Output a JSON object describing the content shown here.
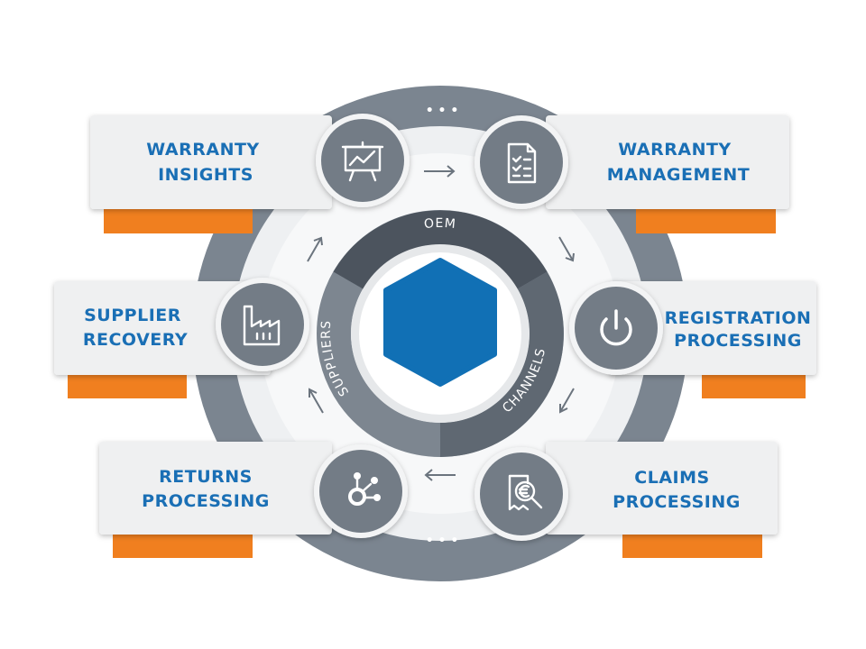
{
  "center": {
    "ring_labels": {
      "top": "OEM",
      "left": "SUPPLIERS",
      "right": "CHANNELS"
    },
    "hexagon_color": "#1170b5"
  },
  "colors": {
    "accent_text": "#1a6fb5",
    "orange": "#f07f1f",
    "ring_gray": "#7b8590"
  },
  "more_dots": "• • •",
  "cards": [
    {
      "id": "warranty-insights",
      "lines": [
        "WARRANTY",
        "INSIGHTS"
      ],
      "icon": "presentation-chart-icon"
    },
    {
      "id": "warranty-management",
      "lines": [
        "WARRANTY",
        "MANAGEMENT"
      ],
      "icon": "checklist-document-icon"
    },
    {
      "id": "registration-processing",
      "lines": [
        "REGISTRATION",
        "PROCESSING"
      ],
      "icon": "power-icon"
    },
    {
      "id": "claims-processing",
      "lines": [
        "CLAIMS",
        "PROCESSING"
      ],
      "icon": "euro-receipt-search-icon"
    },
    {
      "id": "returns-processing",
      "lines": [
        "RETURNS",
        "PROCESSING"
      ],
      "icon": "numbered-steps-icon"
    },
    {
      "id": "supplier-recovery",
      "lines": [
        "SUPPLIER",
        "RECOVERY"
      ],
      "icon": "factory-icon"
    }
  ]
}
